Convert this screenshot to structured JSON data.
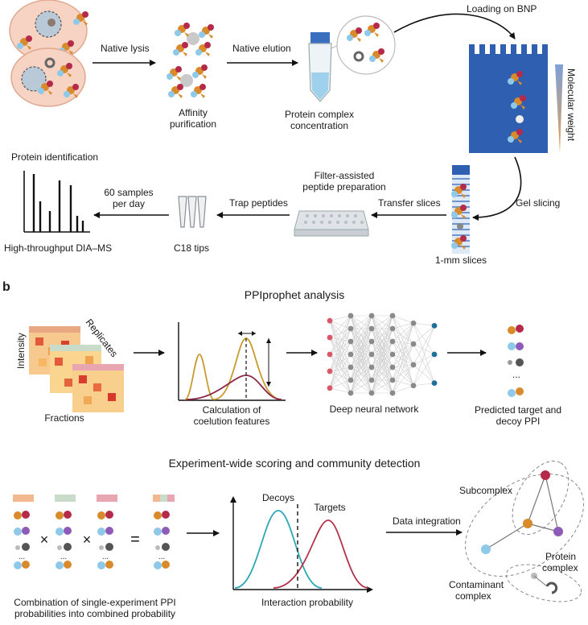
{
  "panel_a": {
    "native_lysis": "Native lysis",
    "affinity_purification_1": "Affinity",
    "affinity_purification_2": "purification",
    "native_elution": "Native elution",
    "protein_complex_1": "Protein complex",
    "protein_complex_2": "concentration",
    "loading_on_bnp": "Loading on BNP",
    "molecular_weight": "Molecular weight",
    "gel_slicing": "Gel slicing",
    "transfer_slices": "Transfer slices",
    "one_mm_slices": "1-mm slices",
    "filter_assisted_1": "Filter-assisted",
    "filter_assisted_2": "peptide preparation",
    "trap_peptides": "Trap peptides",
    "c18_tips": "C18 tips",
    "samples_per_day_1": "60 samples",
    "samples_per_day_2": "per day",
    "protein_identification": "Protein identification",
    "dia_ms": "High-throughput DIA–MS"
  },
  "panel_b": {
    "label": "b",
    "ppiprophet_title": "PPIprophet analysis",
    "replicates": "Replicates",
    "intensity": "Intensity",
    "fractions": "Fractions",
    "coelution_1": "Calculation of",
    "coelution_2": "coelution features",
    "dnn": "Deep neural network",
    "predicted_1": "Predicted target and",
    "predicted_2": "decoy PPI",
    "ellipsis": "...",
    "experiment_title": "Experiment-wide scoring and community detection",
    "combination_1": "Combination of single-experiment PPI",
    "combination_2": "probabilities into combined probability",
    "decoys": "Decoys",
    "targets": "Targets",
    "interaction_probability": "Interaction probability",
    "data_integration": "Data integration",
    "subcomplex": "Subcomplex",
    "protein_complex_1": "Protein",
    "protein_complex_2": "complex",
    "contaminant_1": "Contaminant",
    "contaminant_2": "complex"
  },
  "colors": {
    "gel_blue": "#2f5fb0",
    "decoy_teal": "#2ba7b5",
    "target_red": "#b2344a",
    "gold": "#c9a23a",
    "orange": "#d98a2b",
    "crimson": "#b52a48",
    "purple": "#8e5cb8",
    "light_blue": "#8ec9ea"
  }
}
